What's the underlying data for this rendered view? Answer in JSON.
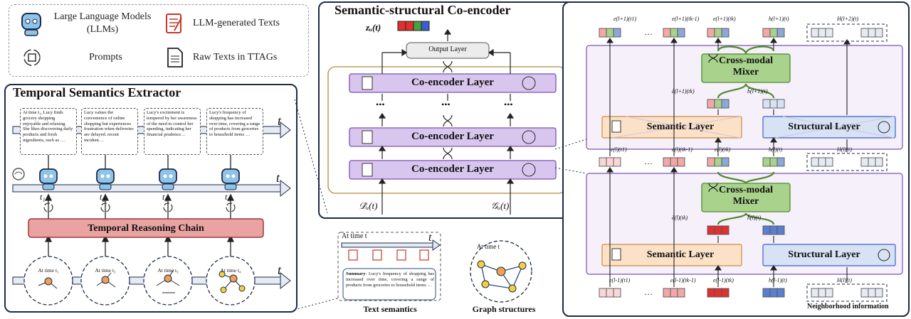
{
  "legend": {
    "llm_label": "Large Language Models (LLMs)",
    "llm_generated_label": "LLM-generated Texts",
    "prompts_label": "Prompts",
    "raw_texts_label": "Raw Texts in TTAGs"
  },
  "extractor": {
    "title": "Temporal Semantics Extractor",
    "axis_label": "t",
    "snippets": [
      "At time t₁, Lucy finds grocery shopping enjoyable and relaxing. She likes discovering daily products and fresh ingredients, such as …",
      "Lucy values the convenience of online shopping but experiences frustration when deliveries are delayed. recent incident…",
      "Lucy's excitement is tempered by her awareness of the need to control her spending, indicating her financial prudence…",
      "Lucy's frequency of shopping has increased over time, covering a range of products from groceries to household items …"
    ],
    "time_labels": [
      "t₁",
      "t₂",
      "t₃",
      "t₄"
    ],
    "chain_label": "Temporal Reasoning Chain",
    "graph_labels": [
      "At time t₁",
      "At time t₂",
      "At time t₃",
      "At time t₄"
    ]
  },
  "coencoder": {
    "title": "Semantic-structural Co-encoder",
    "output_label": "zᵤ(t)",
    "output_layer": "Output Layer",
    "layer_label": "Co-encoder Layer",
    "text_input": "𝒟̂ᵤ(t)",
    "graph_input": "𝒢ᵤ(t)",
    "dots": "•••"
  },
  "inputs": {
    "text_at_time": "At time t",
    "text_axis": "t",
    "summary_head": "Summary",
    "summary_body": ": Lucy's frequency of shopping has increased over time, covering a range of products from groceries to household items …",
    "text_caption": "Text semantics",
    "graph_at_time": "At time t",
    "graph_caption": "Graph structures"
  },
  "detail": {
    "mixer_label_line1": "Cross-modal",
    "mixer_label_line2": "Mixer",
    "semantic_layer": "Semantic Layer",
    "structural_layer": "Structural Layer",
    "ellipsis_top": "…",
    "ellipsis_mid": "…",
    "neighborhood": "Neighborhood information",
    "top_labels": [
      "e(l+1)(t1)",
      "e(l+1)(tk-1)",
      "e(l+1)(tk)",
      "h(l+1)(t)",
      "H(l+2)(t)"
    ],
    "mid_labels": [
      "e(l)(t1)",
      "e(l)(tk-1)",
      "e(l)(tk)",
      "h(l)(t)",
      "H(l)(t)"
    ],
    "bot_labels": [
      "e(l-1)(t1)",
      "e(l-1)(tk-1)",
      "e(l-1)(tk)",
      "h(l-1)(t)",
      "H(l)(t)"
    ],
    "upper_mix_in": [
      "ẽ(l+1)(tk)",
      "h̃(l+1)(t)"
    ],
    "lower_mix_in": [
      "ẽ(l)(tk)",
      "h̃(l)(t)"
    ]
  },
  "colors": {
    "navy": "#1c2b4a",
    "purple_fill": "#d9c6ee",
    "purple_border": "#7a55b0",
    "green_fill": "#a9d38c",
    "green_border": "#4f8a2e",
    "orange_fill": "#fbe1c8",
    "blue_fill": "#d7e3f4",
    "red_fill": "#f7b5b5",
    "chain_fill": "#e9a3a3"
  }
}
